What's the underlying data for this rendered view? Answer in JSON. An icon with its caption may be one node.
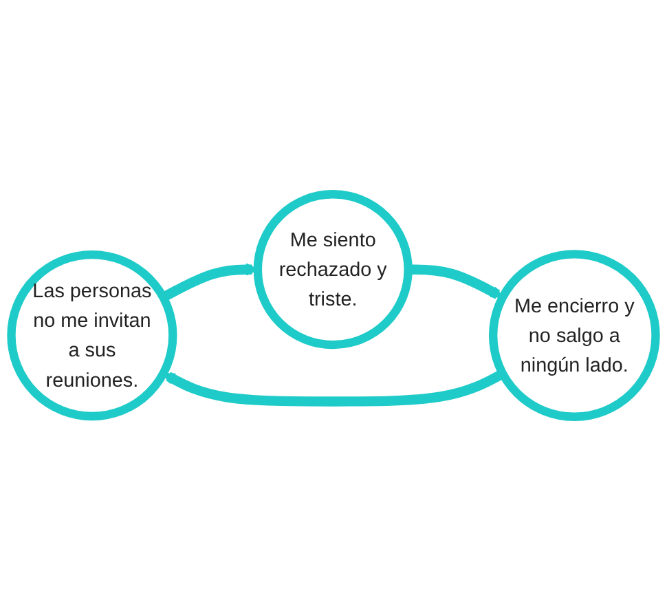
{
  "diagram": {
    "nodes": [
      {
        "text": [
          "Las personas no me invitan a sus reuniones."
        ]
      },
      {
        "text": [
          "Me siento rechazado y triste."
        ]
      },
      {
        "text": [
          "Me encierro y no salgo a ningún lado."
        ]
      }
    ],
    "edges": [
      {
        "from": 0,
        "to": 1,
        "arrow": "to"
      },
      {
        "from": 1,
        "to": 2,
        "arrow": "to"
      },
      {
        "from": 2,
        "to": 0,
        "arrow": "to"
      }
    ]
  }
}
